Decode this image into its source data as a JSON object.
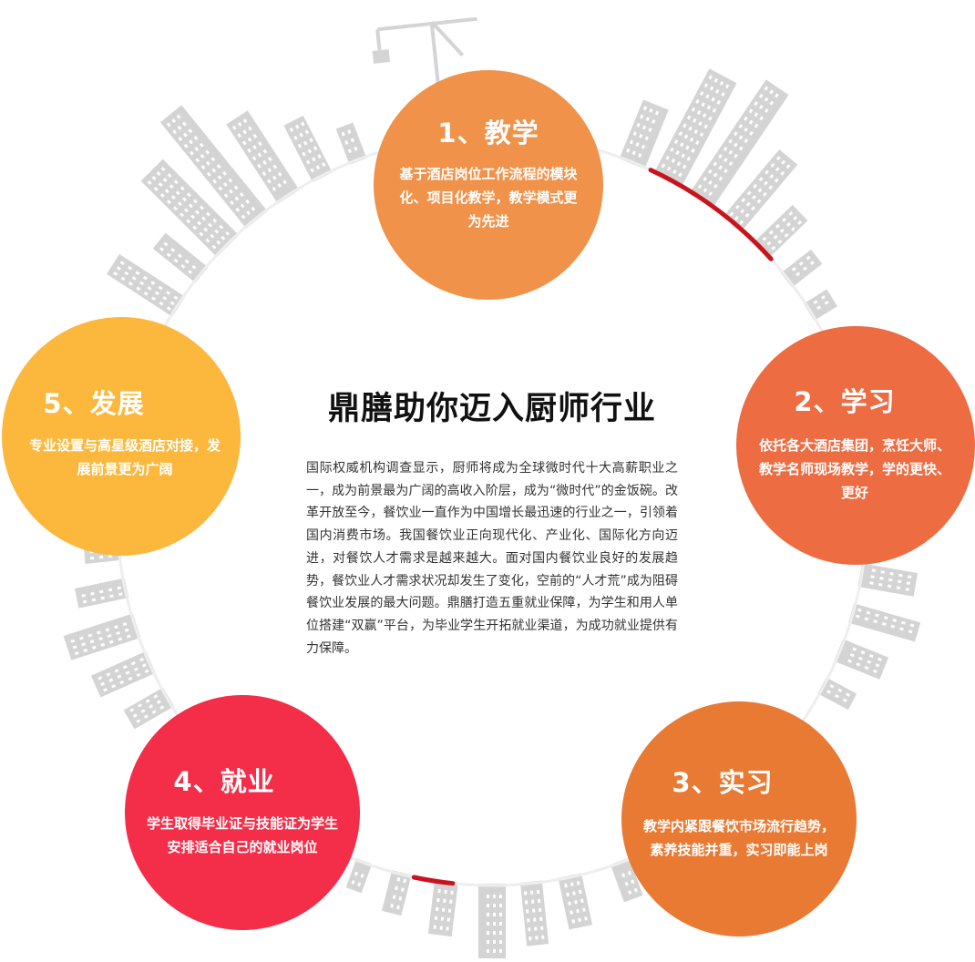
{
  "colors": {
    "ring": "#eeeeee",
    "skyline": "#d4d4d4",
    "accent_arc": "#c8141e",
    "node1": "#f0924a",
    "node2": "#ed6c42",
    "node3": "#e97a34",
    "node4": "#f42d48",
    "node5": "#fbb83d"
  },
  "center": {
    "title": "鼎膳助你迈入厨师行业",
    "body": "国际权威机构调查显示，厨师将成为全球微时代十大高薪职业之一，成为前景最为广阔的高收入阶层，成为“微时代”的金饭碗。改革开放至今，餐饮业一直作为中国增长最迅速的行业之一，引领着国内消费市场。我国餐饮业正向现代化、产业化、国际化方向迈进，对餐饮人才需求是越来越大。面对国内餐饮业良好的发展趋势，餐饮业人才需求状况却发生了变化，空前的“人才荒”成为阻碍餐饮业发展的最大问题。鼎膳打造五重就业保障，为学生和用人单位搭建“双赢”平台，为毕业学生开拓就业渠道，为成功就业提供有力保障。"
  },
  "nodes": [
    {
      "title": "1、教学",
      "text": "基于酒店岗位工作流程的模块化、项目化教学，教学模式更为先进"
    },
    {
      "title": "2、学习",
      "text": "依托各大酒店集团，烹饪大师、教学名师现场教学，学的更快、更好"
    },
    {
      "title": "3、实习",
      "text": "教学内紧跟餐饮市场流行趋势，素养技能并重，实习即能上岗"
    },
    {
      "title": "4、就业",
      "text": "学生取得毕业证与技能证为学生安排适合自己的就业岗位"
    },
    {
      "title": "5、发展",
      "text": "专业设置与高星级酒店对接，发展前景更为广阔"
    }
  ]
}
